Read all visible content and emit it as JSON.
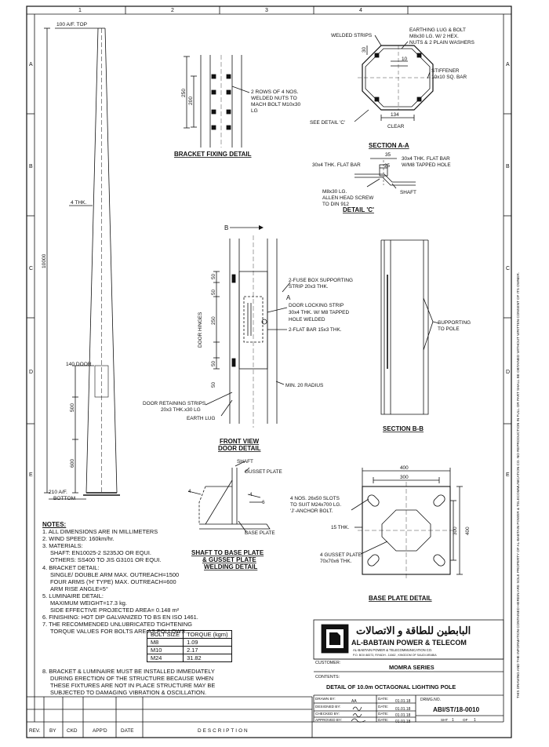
{
  "grid": {
    "cols": [
      "1",
      "2",
      "3",
      "4"
    ],
    "rows": [
      "A",
      "B",
      "C",
      "D",
      "E"
    ]
  },
  "pole": {
    "top": "100 A/F. TOP",
    "thk": "4 THK.",
    "height": "10000",
    "door": "140 DOOR",
    "d500": "500",
    "d600": "600",
    "bottom_af": "210 A/F.",
    "bottom": "BOTTOM"
  },
  "bracket": {
    "d250": "250",
    "d200": "200",
    "note": [
      "2 ROWS OF 4 NOS.",
      "WELDED NUTS TO",
      "MACH BOLT M10x30",
      "LG"
    ],
    "title": "BRACKET FIXING DETAIL"
  },
  "sectionA": {
    "welded": "WELDED STRIPS",
    "earth": [
      "EARTHING LUG & BOLT",
      "M8x30 LG. W/ 2 HEX.",
      "NUTS & 2 PLAIN WASHERS"
    ],
    "d30": "30",
    "d10": "10",
    "stiffener": [
      "STIFFENER",
      "10x10 SQ. BAR"
    ],
    "see": "SEE DETAIL 'C'",
    "d134": "134",
    "clear": "CLEAR",
    "title": "SECTION A-A"
  },
  "detailC": {
    "d35": "35",
    "d25": "25",
    "flat1": "30x4 THK. FLAT BAR",
    "flat2": [
      "30x4 THK. FLAT BAR",
      "W/M8 TAPPED HOLE"
    ],
    "shaft": "SHAFT",
    "screw": [
      "M8x30 LG.",
      "ALLEN HEAD SCREW",
      "TO DIN 912"
    ],
    "title": "DETAIL 'C'"
  },
  "front": {
    "b": "B",
    "a": "A",
    "hinges": "DOOR HINGES",
    "d50a": "50",
    "d250": "250",
    "d50b": "50",
    "d50c": "50",
    "d50d": "50",
    "fuse": [
      "2-FUSE BOX SUPPORTING",
      "STRIP 20x3 THK."
    ],
    "lock": [
      "DOOR LOCKING STRIP",
      "30x4 THK. W/ M8 TAPPED",
      "HOLE WELDED"
    ],
    "flat": "2-FLAT BAR 15x3 THK.",
    "radius": "MIN. 20 RADIUS",
    "retain": [
      "DOOR RETAINING STRIPS",
      "20x3 THK.x30 LG"
    ],
    "earth": "EARTH LUG",
    "title1": "FRONT VIEW",
    "title2": "DOOR DETAIL"
  },
  "sectionB": {
    "support": [
      "SUPPORTING",
      "TO POLE"
    ],
    "title": "SECTION B-B"
  },
  "gusset": {
    "shaft": "SHAFT",
    "plate": "GUSSET PLATE",
    "base": "BASE PLATE",
    "w1": "4",
    "w2": "4",
    "w3": "6",
    "title1": "SHAFT TO BASE PLATE",
    "title2": "& GUSSET PLATE",
    "title3": "WELDING DETAIL"
  },
  "baseplate": {
    "d400": "400",
    "d300": "300",
    "slots": [
      "4 NOS. 26x50 SLOTS",
      "TO SUIT M24x700 LG.",
      "'J'-ANCHOR BOLT."
    ],
    "thk": "15 THK.",
    "gusset": [
      "4 GUSSET PLATE",
      "70x70x6 THK."
    ],
    "v300": "300",
    "v400": "400",
    "title": "BASE PLATE DETAIL"
  },
  "notes": {
    "title": "NOTES:",
    "lines": [
      "1. ALL DIMENSIONS ARE IN MILLIMETERS",
      "2. WIND SPEED: 160km/hr.",
      "3. MATERIALS:",
      "SHAFT: EN10025-2 S235JO OR EQUI.",
      "OTHERS: SS400 TO JIS G3101 OR EQUI.",
      "4. BRACKET DETAIL:",
      "SINGLE/ DOUBLE ARM MAX. OUTREACH=1500",
      "FOUR ARMS ('H' TYPE) MAX. OUTREACH=600",
      "ARM RISE ANGLE=5°",
      "5. LUMINAIRE DETAIL:",
      "MAXIMUM WEIGHT=17.3 kg.",
      "SIDE EFFECTIVE PROJECTED AREA= 0.148 m²",
      "6. FINISHING: HOT DIP GALVANIZED TO BS EN ISO 1461.",
      "7. THE RECOMMENDED UNLUBRICATED TIGHTENING",
      "TORQUE VALUES FOR BOLTS ARE AS FOLLOWS:"
    ],
    "bolt_header": [
      "BOLT SIZE",
      "TORQUE (kgm)"
    ],
    "bolt_rows": [
      [
        "M8",
        "1.09"
      ],
      [
        "M10",
        "2.17"
      ],
      [
        "M24",
        "31.82"
      ]
    ],
    "note8": [
      "8. BRACKET & LUMINAIRE MUST BE INSTALLED IMMEDIATELY",
      "DURING ERECTION OF THE STRUCTURE BECAUSE WHEN",
      "THESE FIXTURES ARE NOT IN PLACE STRUCTURE MAY BE",
      "SUBJECTED TO DAMAGING VIBRATION & OSCILLATION."
    ]
  },
  "titleblock": {
    "arabic": "البابطين للطاقة و الاتصالات",
    "company": "AL-BABTAIN POWER & TELECOM",
    "sub1": "AL-BABTAIN POWER & TELECOMMUNICATION CO.",
    "sub2": "P.O. BOX 88373, RIYADH - 11662 , KINGDOM OF SAUDI ARABIA",
    "customer_label": "CUSTOMER:",
    "customer": "MOMRA SERIES",
    "contents_label": "CONTENTS:",
    "contents": "DETAIL OF 10.0m OCTAGONAL LIGHTING POLE",
    "drawn": "DRAWN BY:",
    "drawn_val": "AA",
    "designed": "DESIGNED BY:",
    "checked": "CHECKED BY:",
    "approved": "APPROVED BY:",
    "date": "DATE:",
    "date_val": "01.01.18",
    "drwg": "DRWG.NO.",
    "drwg_val": "ABI/ST/18-0010",
    "sht": "SHT",
    "sht_val": "1",
    "of": "OF",
    "of_val": "1"
  },
  "revision": {
    "cols": [
      "REV.",
      "BY",
      "CKD",
      "APP'D",
      "DATE",
      "DESCRIPTION"
    ]
  },
  "sidenote": "THIS DRAWING AND THE INFORMATION CONTAINED HEREIN ARE SOLE PROPERTY OF AL-BABTAIN POWER & TELECOMMUNICATION CO. NO REPRODUCTION IN FULL OR PART SHALL BE OBTAINED WITHOUT WRITTEN CONSENT OF ITS OWNER."
}
